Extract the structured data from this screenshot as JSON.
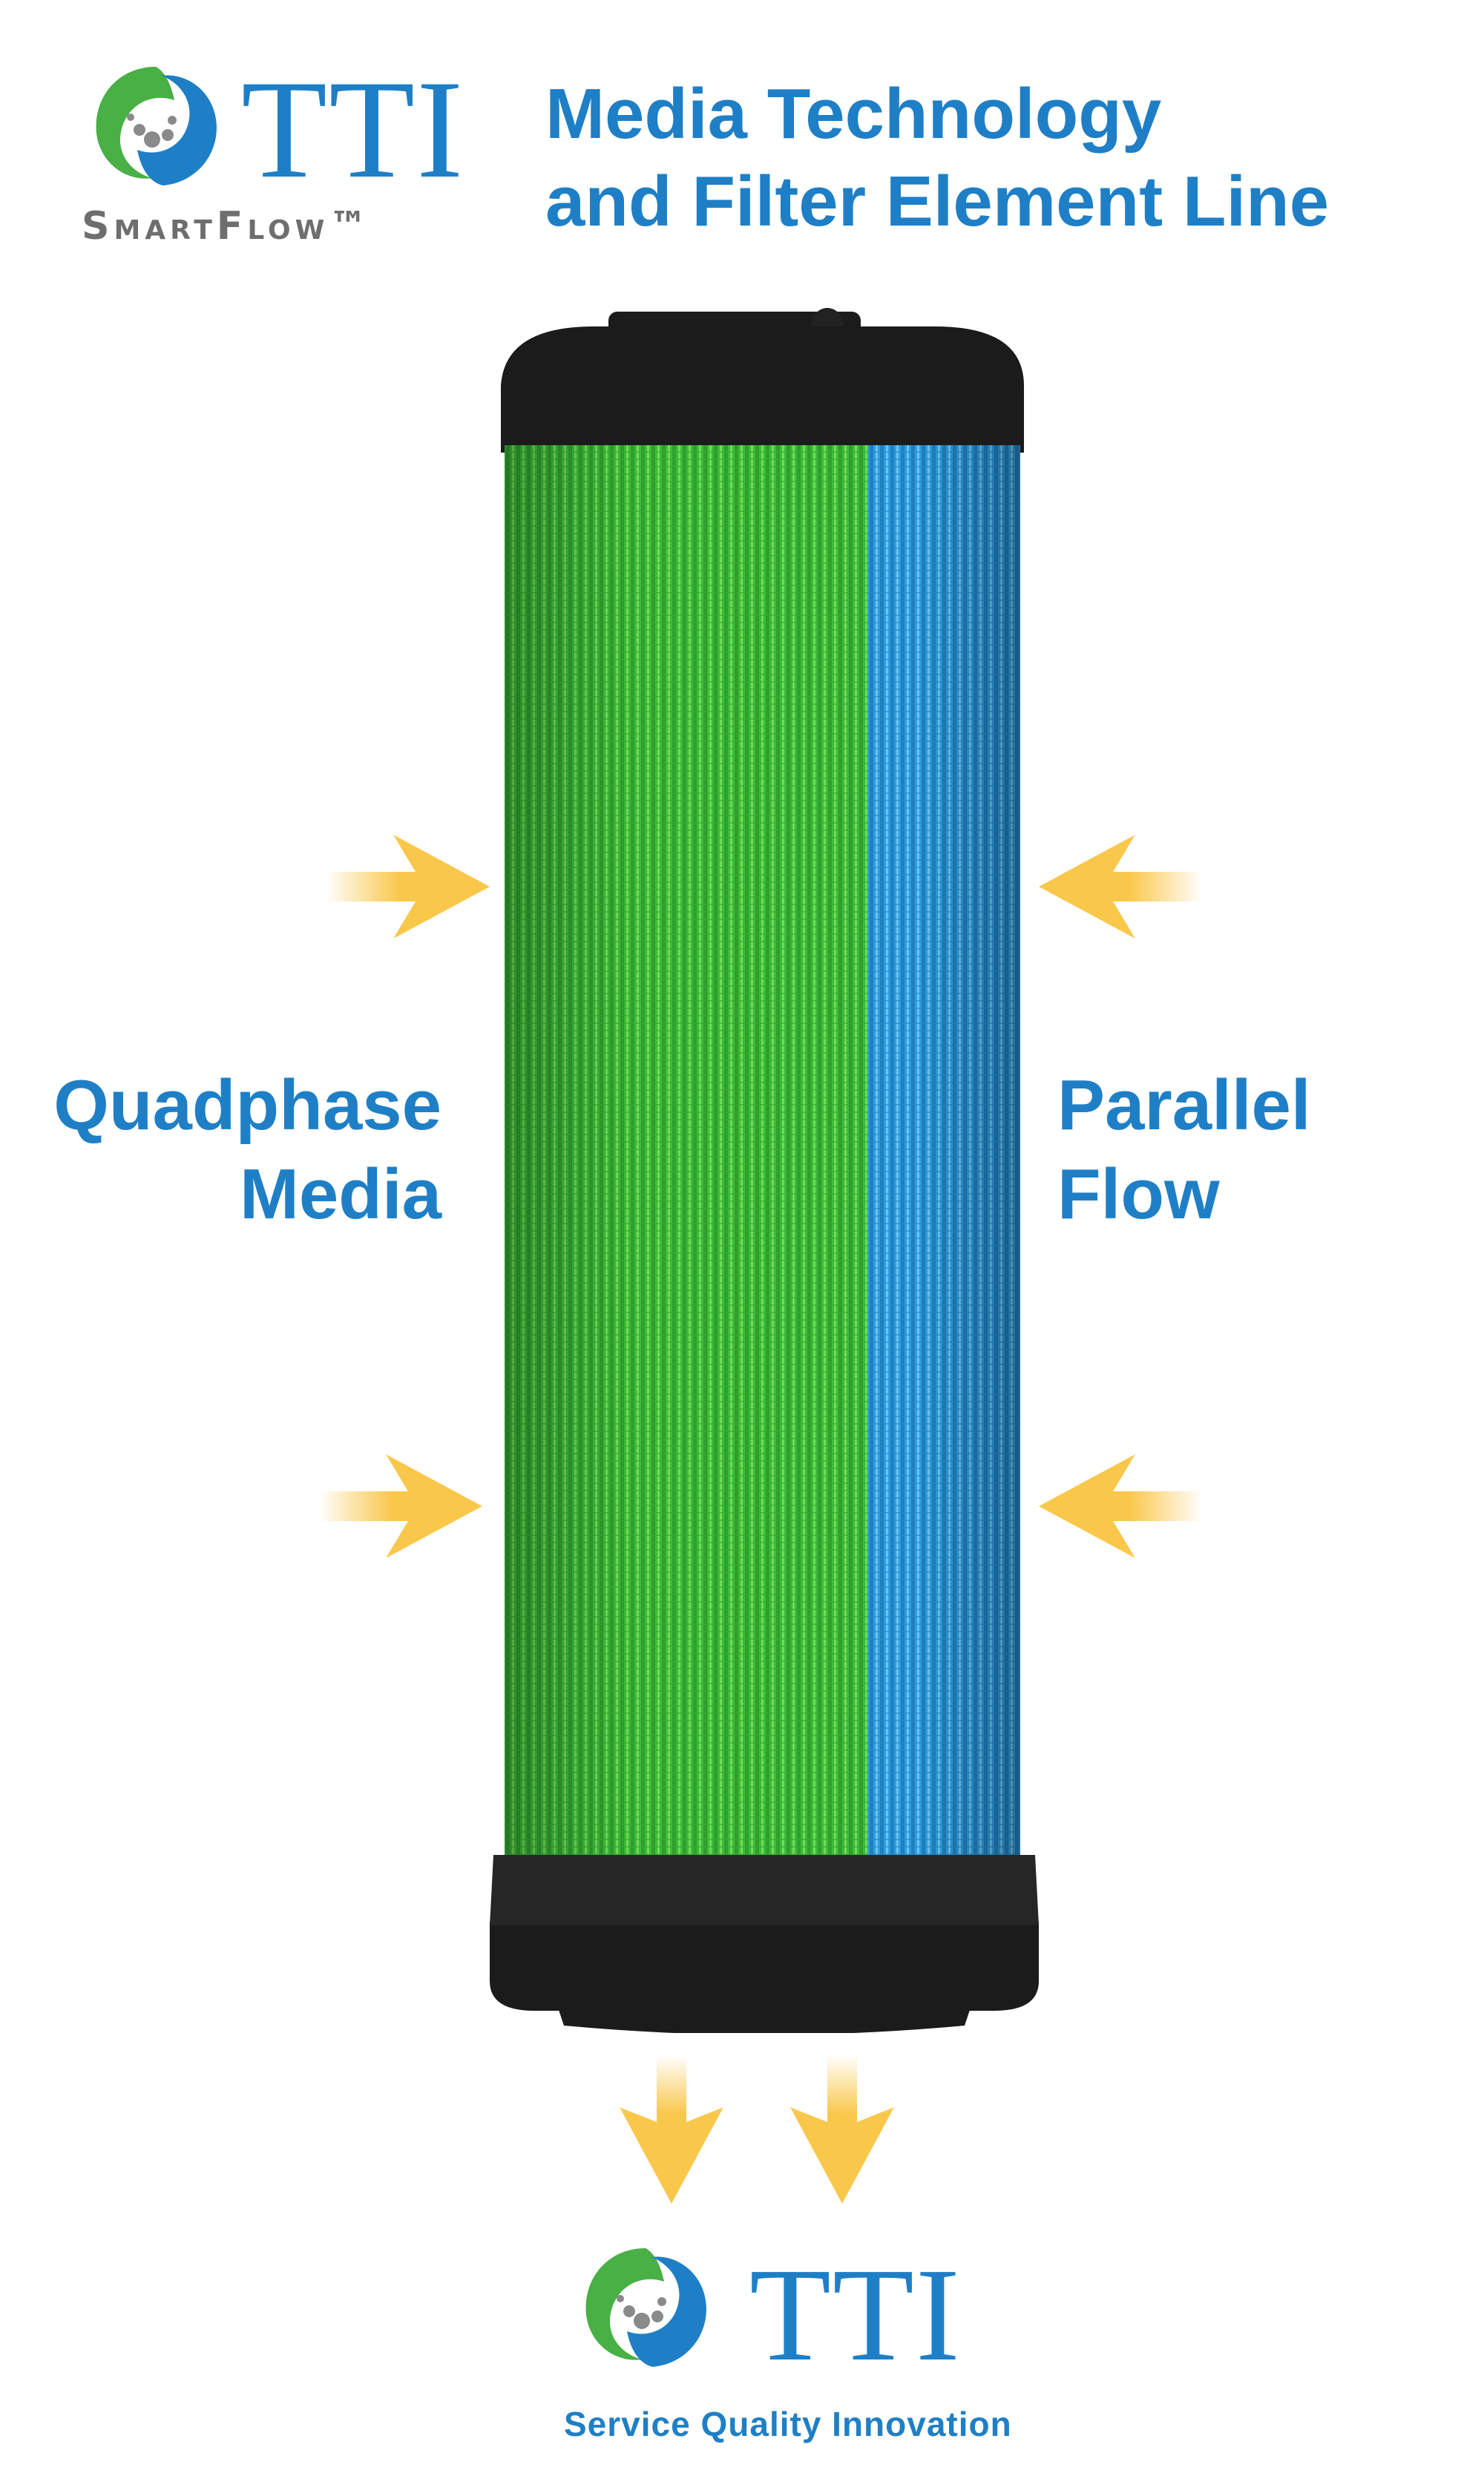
{
  "logo": {
    "brand": "TTI",
    "product": "SmartFlow™"
  },
  "title": {
    "line1": "Media Technology",
    "line2": "and Filter Element Line"
  },
  "labels": {
    "left": {
      "line1": "Quadphase",
      "line2": "Media"
    },
    "right": {
      "line1": "Parallel",
      "line2": "Flow"
    }
  },
  "footer": {
    "brand": "TTI",
    "tagline": "Service  Quality  Innovation"
  },
  "colors": {
    "brand_blue": "#1f7fc6",
    "media_green": "#3dbb3a",
    "media_blue": "#2e9ee0",
    "arrow_yellow": "#f9c74a",
    "cap_black": "#1b1b1b",
    "logo_green": "#48b045"
  },
  "icons": [
    "tti-swirl-logo-icon",
    "flow-arrow-icon"
  ]
}
